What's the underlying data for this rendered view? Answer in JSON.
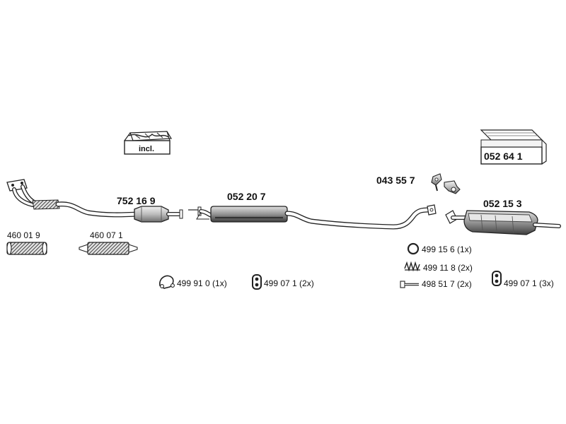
{
  "kit_box": {
    "label": "incl."
  },
  "set_box": {
    "part_number": "052 64 1"
  },
  "parts": {
    "front_pipe": {
      "part_number": "752 16 9"
    },
    "middle_silencer": {
      "part_number": "052 20 7"
    },
    "rear_silencer": {
      "part_number": "052 15 3"
    },
    "flex_pipe_a": {
      "part_number": "460 01 9"
    },
    "flex_pipe_b": {
      "part_number": "460 07 1"
    },
    "bolt_clamp": {
      "part_number": "043 55 7"
    }
  },
  "accessories": {
    "gasket_ring": {
      "text": "499 91 0 (1x)"
    },
    "rubber_mount_left": {
      "text": "499 07 1 (2x)"
    },
    "seal_ring": {
      "text": "499 15 6  (1x)"
    },
    "spring": {
      "text": "499 11 8  (2x)"
    },
    "bolt": {
      "text": "498 51 7  (2x)"
    },
    "rubber_mount_right": {
      "text": "499 07 1 (3x)"
    }
  },
  "colors": {
    "line": "#222222",
    "fill_light": "#d8d8d8",
    "fill_mid": "#9a9a9a",
    "fill_dark": "#555555",
    "background": "#ffffff"
  }
}
